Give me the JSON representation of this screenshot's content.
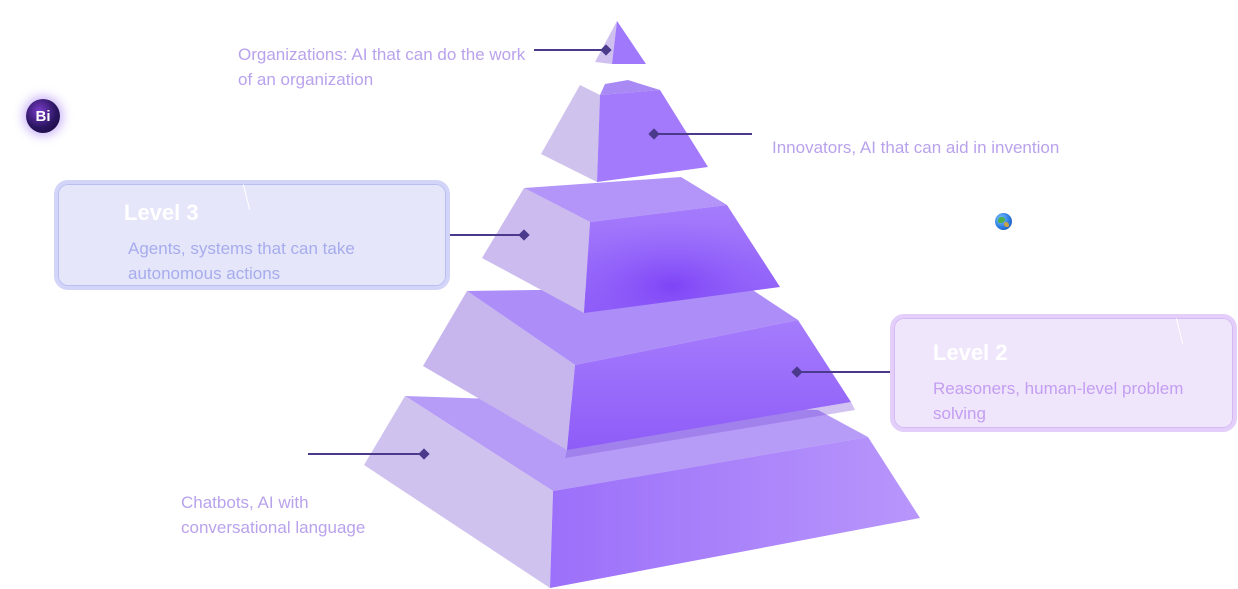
{
  "labels": {
    "organizations": "Organizations: AI that can do the work  of an organization",
    "innovators": "Innovators, AI that can aid in invention",
    "chatbots": "Chatbots, AI with conversational language"
  },
  "cards": {
    "level3": {
      "title": "Level 3",
      "description": "Agents, systems that can take autonomous actions"
    },
    "level2": {
      "title": "Level 2",
      "description": "Reasoners, human-level problem solving"
    }
  },
  "logo": {
    "text": "Bi"
  },
  "icons": {
    "globe": "globe-icon",
    "logo": "bi-logo"
  },
  "colors": {
    "pyramid_front": "#9466fc",
    "pyramid_side": "#cdbcf2",
    "pyramid_top": "#b89cf8",
    "connector": "#4b3a8c",
    "label_text": "#b9a2ec"
  }
}
